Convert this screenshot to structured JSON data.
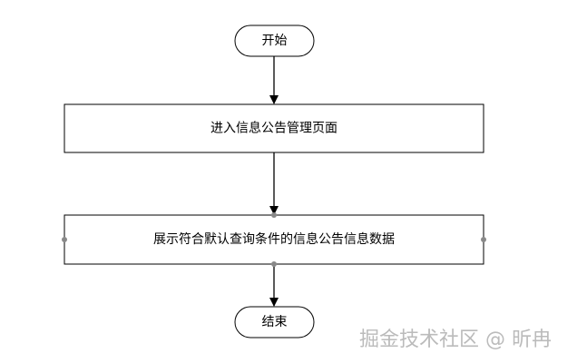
{
  "flowchart": {
    "nodes": [
      {
        "id": "start",
        "shape": "terminator",
        "label": "开始"
      },
      {
        "id": "step1",
        "shape": "process",
        "label": "进入信息公告管理页面"
      },
      {
        "id": "step2",
        "shape": "process",
        "label": "展示符合默认查询条件的信息公告信息数据",
        "selected": true
      },
      {
        "id": "end",
        "shape": "terminator",
        "label": "结束"
      }
    ],
    "edges": [
      {
        "from": "start",
        "to": "step1"
      },
      {
        "from": "step1",
        "to": "step2"
      },
      {
        "from": "step2",
        "to": "end"
      }
    ]
  },
  "watermark": "掘金技术社区 @ 昕冉",
  "colors": {
    "stroke": "#000000",
    "fill": "#ffffff",
    "handle": "#888888",
    "watermark": "#afafaf"
  }
}
